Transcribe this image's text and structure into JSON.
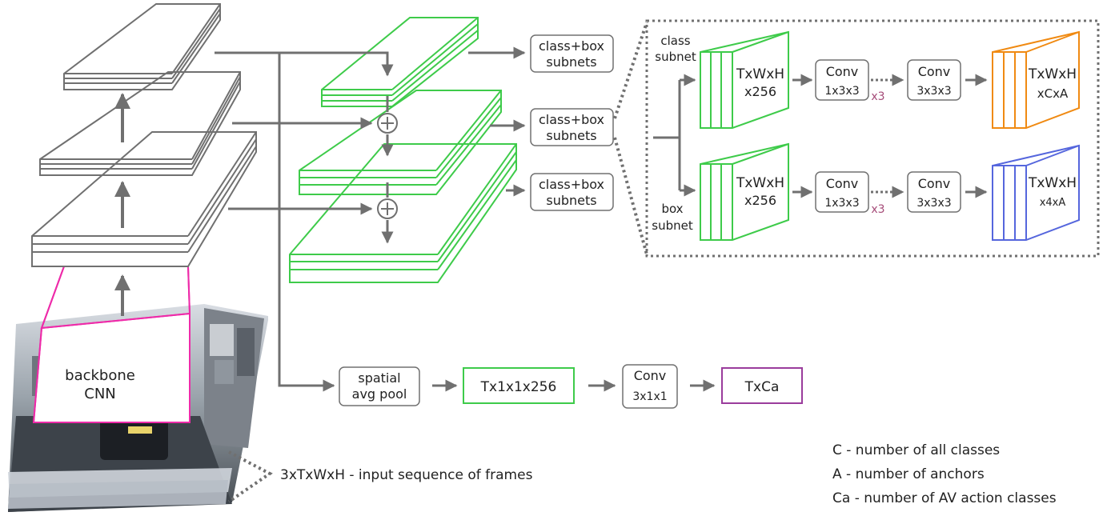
{
  "colors": {
    "gray": "#707070",
    "green": "#3ecb4a",
    "magenta": "#ee2ba9",
    "orange": "#f08a12",
    "blue": "#5566dd",
    "purple": "#9a3c9c",
    "pinkish": "#a54b78"
  },
  "backbone": {
    "line1": "backbone",
    "line2": "CNN"
  },
  "subnets_boxes": [
    {
      "line1": "class+box",
      "line2": "subnets"
    },
    {
      "line1": "class+box",
      "line2": "subnets"
    },
    {
      "line1": "class+box",
      "line2": "subnets"
    }
  ],
  "detail": {
    "class_label": [
      "class",
      "subnet"
    ],
    "box_label": [
      "box",
      "subnet"
    ],
    "class_row": {
      "feat_line1": "TxWxH",
      "feat_line2": "x256",
      "conv1_title": "Conv",
      "conv1_sub": "1x3x3",
      "repeat": "x3",
      "conv2_title": "Conv",
      "conv2_sub": "3x3x3",
      "out_line1": "TxWxH",
      "out_line2": "xCxA"
    },
    "box_row": {
      "feat_line1": "TxWxH",
      "feat_line2": "x256",
      "conv1_title": "Conv",
      "conv1_sub": "1x3x3",
      "repeat": "x3",
      "conv2_title": "Conv",
      "conv2_sub": "3x3x3",
      "out_line1": "TxWxH",
      "out_line2": "x4xA"
    }
  },
  "bottom_pipeline": {
    "pool": {
      "line1": "spatial",
      "line2": "avg pool"
    },
    "feat": "Tx1x1x256",
    "conv": {
      "line1": "Conv",
      "line2": "3x1x1"
    },
    "out": "TxCa"
  },
  "input_caption": "3xTxWxH - input sequence of frames",
  "legend": [
    "C - number of all classes",
    "A - number of anchors",
    "Ca - number of AV action classes"
  ]
}
